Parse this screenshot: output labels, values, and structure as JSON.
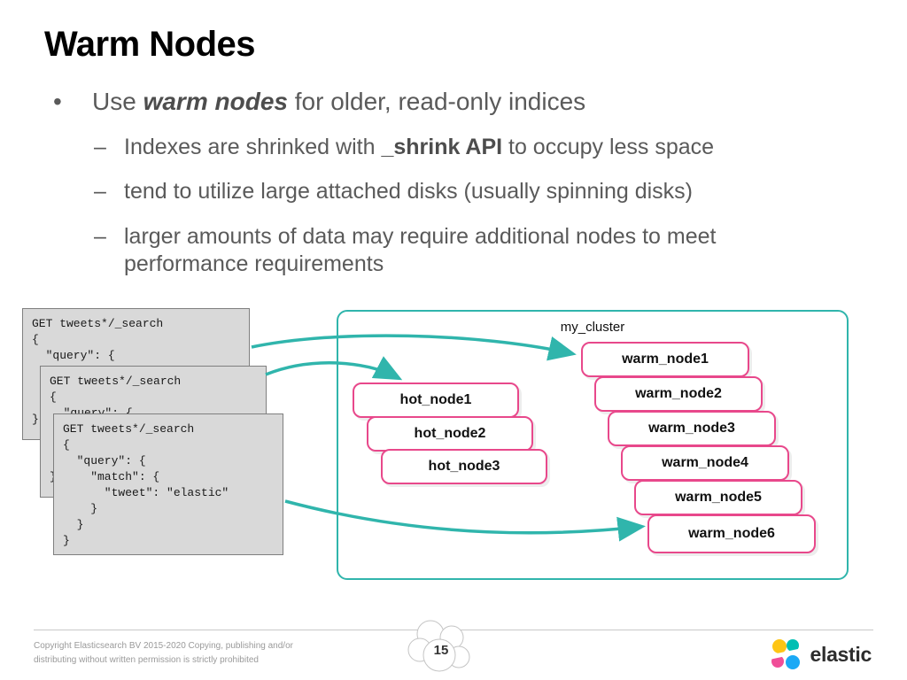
{
  "title": "Warm Nodes",
  "bullets": {
    "marker": "•",
    "dash": "–",
    "main": {
      "pre": "Use ",
      "em": "warm nodes",
      "post": " for older, read-only indices"
    },
    "sub1": {
      "pre": "Indexes are shrinked with ",
      "em": "_shrink API",
      "post": " to occupy less space"
    },
    "sub2": {
      "text": "tend to utilize large attached disks (usually spinning disks)"
    },
    "sub3": {
      "text": "larger amounts of data may require additional nodes to meet performance requirements"
    }
  },
  "code_blocks": {
    "back": "GET tweets*/_search\n{\n  \"query\": {\n\n\n\n}",
    "middle": "GET tweets*/_search\n{\n  \"query\": {\n\n\n\n}",
    "front": "GET tweets*/_search\n{\n  \"query\": {\n    \"match\": {\n      \"tweet\": \"elastic\"\n    }\n  }\n}"
  },
  "diagram": {
    "cluster_label": "my_cluster",
    "hot_nodes": [
      "hot_node1",
      "hot_node2",
      "hot_node3"
    ],
    "warm_nodes": [
      "warm_node1",
      "warm_node2",
      "warm_node3",
      "warm_node4",
      "warm_node5",
      "warm_node6"
    ]
  },
  "footer": {
    "copyright_line1": "Copyright Elasticsearch BV 2015-2020 Copying, publishing and/or",
    "copyright_line2": "distributing without written permission is strictly prohibited",
    "page_number": "15",
    "logo_text": "elastic"
  },
  "colors": {
    "teal": "#30b5ac",
    "pink": "#e8488b",
    "code_background": "#d9d9d9",
    "text_gray": "#595959",
    "logo_yellow": "#FEC514",
    "logo_teal": "#00BFB3",
    "logo_pink": "#F04E98",
    "logo_blue": "#1BA9F5"
  }
}
